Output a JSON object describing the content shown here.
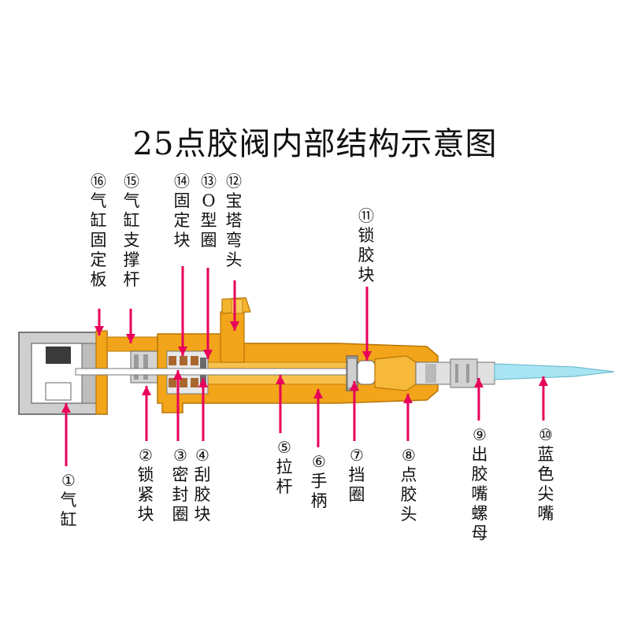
{
  "title": "25点胶阀内部结构示意图",
  "accent": "#e8005a",
  "colors": {
    "brass": "#f2a51a",
    "brass_dark": "#c77d06",
    "grey": "#c9c9c9",
    "grey_dark": "#7a7a7a",
    "copper": "#a9672f",
    "tip": "#a9e4f2"
  },
  "labels": [
    {
      "id": "1",
      "num": "①",
      "text": [
        "气",
        "缸"
      ]
    },
    {
      "id": "2",
      "num": "②",
      "text": [
        "锁",
        "紧",
        "块"
      ]
    },
    {
      "id": "3",
      "num": "③",
      "text": [
        "密",
        "封",
        "圈"
      ]
    },
    {
      "id": "4",
      "num": "④",
      "text": [
        "刮",
        "胶",
        "块"
      ]
    },
    {
      "id": "5",
      "num": "⑤",
      "text": [
        "拉",
        "杆"
      ]
    },
    {
      "id": "6",
      "num": "⑥",
      "text": [
        "手",
        "柄"
      ]
    },
    {
      "id": "7",
      "num": "⑦",
      "text": [
        "挡",
        "圈"
      ]
    },
    {
      "id": "8",
      "num": "⑧",
      "text": [
        "点",
        "胶",
        "头"
      ]
    },
    {
      "id": "9",
      "num": "⑨",
      "text": [
        "出",
        "胶",
        "嘴",
        "螺",
        "母"
      ]
    },
    {
      "id": "10",
      "num": "⑩",
      "text": [
        "蓝",
        "色",
        "尖",
        "嘴"
      ]
    },
    {
      "id": "11",
      "num": "⑪",
      "text": [
        "锁",
        "胶",
        "块"
      ]
    },
    {
      "id": "12",
      "num": "⑫",
      "text": [
        "宝",
        "塔",
        "弯",
        "头"
      ]
    },
    {
      "id": "13",
      "num": "⑬",
      "text": [
        "O",
        "型",
        "圈"
      ]
    },
    {
      "id": "14",
      "num": "⑭",
      "text": [
        "固",
        "定",
        "块"
      ]
    },
    {
      "id": "15",
      "num": "⑮",
      "text": [
        "气",
        "缸",
        "支",
        "撑",
        "杆"
      ]
    },
    {
      "id": "16",
      "num": "⑯",
      "text": [
        "气",
        "缸",
        "固",
        "定",
        "板"
      ]
    }
  ]
}
